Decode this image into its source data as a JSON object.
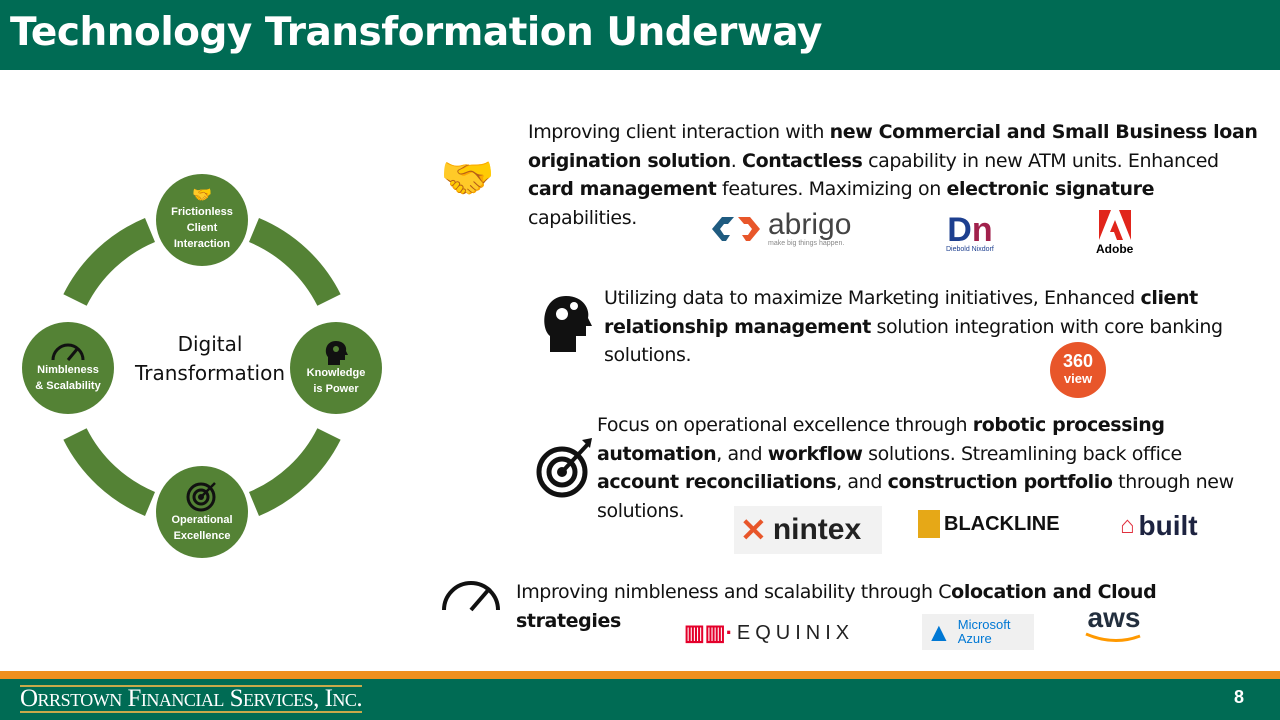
{
  "title": "Technology Transformation Underway",
  "diagram": {
    "center": "Digital Transformation",
    "center_l1": "Digital",
    "center_l2": "Transformation",
    "nodes": [
      {
        "l1": "Frictionless",
        "l2": "Client",
        "l3": "Interaction"
      },
      {
        "l1": "Knowledge",
        "l2": "is Power"
      },
      {
        "l1": "Operational",
        "l2": "Excellence"
      },
      {
        "l1": "Nimbleness",
        "l2": "& Scalability"
      }
    ]
  },
  "blocks": [
    {
      "segments": [
        "Improving client interaction with ",
        "new Commercial and Small Business loan origination solution",
        ".   ",
        "Contactless",
        " capability in new ATM units.  Enhanced ",
        "card management",
        " features. Maximizing on ",
        "electronic signature",
        " capabilities."
      ],
      "logos": [
        "abrigo",
        "make big things happen.",
        "Diebold Nixdorf",
        "Adobe"
      ]
    },
    {
      "segments": [
        "Utilizing data to maximize Marketing initiatives, Enhanced ",
        "client relationship management",
        " solution integration with core banking solutions."
      ],
      "logos": [
        "360",
        "view"
      ]
    },
    {
      "segments": [
        "Focus on operational excellence through ",
        "robotic processing automation",
        ", and ",
        "workflow",
        " solutions.  Streamlining back office ",
        "account reconciliations",
        ", and ",
        "construction portfolio",
        " through new solutions."
      ],
      "logos": [
        "nintex",
        "BLACKLINE",
        "built"
      ]
    },
    {
      "segments": [
        "Improving nimbleness and scalability through C",
        "olocation and Cloud strategies"
      ],
      "logos": [
        "EQUINIX",
        "Microsoft",
        "Azure",
        "aws"
      ]
    }
  ],
  "footer": {
    "company": "Orrstown Financial Services, Inc.",
    "page": "8"
  },
  "colors": {
    "green": "#006b54",
    "node": "#548235",
    "orange": "#f0901e"
  }
}
